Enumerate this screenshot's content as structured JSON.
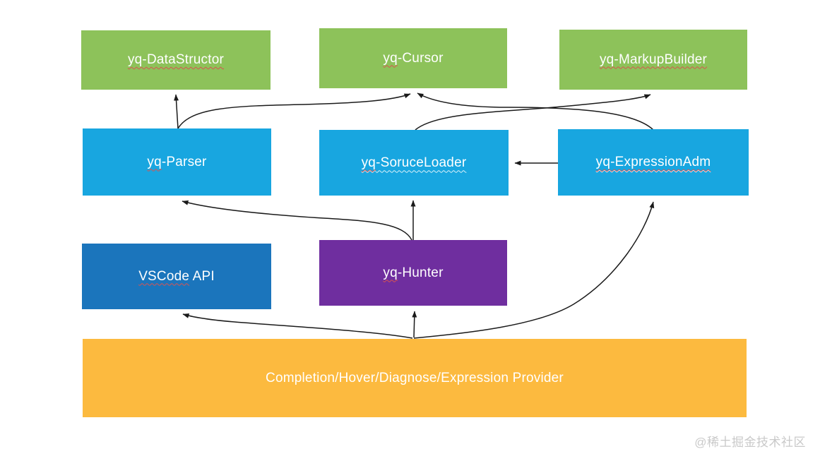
{
  "diagram": {
    "watermark": "@稀土掘金技术社区",
    "colors": {
      "node_green": "#8dc25a",
      "node_cyan": "#18a6e0",
      "node_dark_blue": "#1b75bc",
      "node_purple": "#6f2e9f",
      "node_orange": "#fcba3f",
      "arrow": "#1a1a1a",
      "node_text": "#ffffff",
      "spellcheck_squiggle": "#d9534f",
      "watermark_text": "#c9c9c9"
    },
    "nodes": {
      "dataStructor": {
        "part1": "yq-DataStructor",
        "part2": ""
      },
      "cursor": {
        "part1": "yq",
        "part2": "-Cursor"
      },
      "markupBuilder": {
        "part1": "yq-MarkupBuilder",
        "part2": ""
      },
      "parser": {
        "part1": "yq",
        "part2": "-Parser"
      },
      "soruceLoader": {
        "part1": "yq",
        "part2": "-SoruceLoader"
      },
      "expressionAdm": {
        "part1": "yq-ExpressionAdm",
        "part2": ""
      },
      "vscodeApi": {
        "part1": "VSCode",
        "part2": " API"
      },
      "hunter": {
        "part1": "yq",
        "part2": "-Hunter"
      },
      "provider": {
        "part1": "Completion/Hover/Diagnose/Expression Provider",
        "part2": ""
      }
    },
    "edges": [
      {
        "from": "yq-Parser",
        "to": "yq-DataStructor"
      },
      {
        "from": "yq-Parser",
        "to": "yq-Cursor"
      },
      {
        "from": "yq-ExpressionAdm",
        "to": "yq-Cursor"
      },
      {
        "from": "yq-SoruceLoader",
        "to": "yq-MarkupBuilder"
      },
      {
        "from": "yq-ExpressionAdm",
        "to": "yq-SoruceLoader"
      },
      {
        "from": "yq-Hunter",
        "to": "yq-SoruceLoader"
      },
      {
        "from": "yq-Hunter",
        "to": "yq-Parser"
      },
      {
        "from": "Completion/Hover/Diagnose/Expression Provider",
        "to": "yq-Hunter"
      },
      {
        "from": "Completion/Hover/Diagnose/Expression Provider",
        "to": "VSCode API"
      },
      {
        "from": "Completion/Hover/Diagnose/Expression Provider",
        "to": "yq-ExpressionAdm"
      }
    ]
  }
}
